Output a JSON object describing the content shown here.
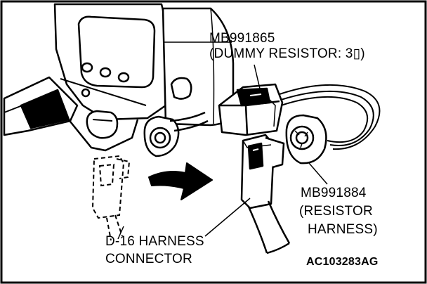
{
  "labels": {
    "dummy_resistor_part": "MB991865",
    "dummy_resistor_desc": "(DUMMY RESISTOR: 3▯)",
    "resistor_harness_part": "MB991884",
    "resistor_harness_desc_1": "(RESISTOR",
    "resistor_harness_desc_2": "HARNESS)",
    "connector_line_1": "D-16  HARNESS",
    "connector_line_2": "CONNECTOR",
    "figure_code": "AC103283AG"
  },
  "colors": {
    "line": "#000000",
    "background": "#ffffff"
  }
}
